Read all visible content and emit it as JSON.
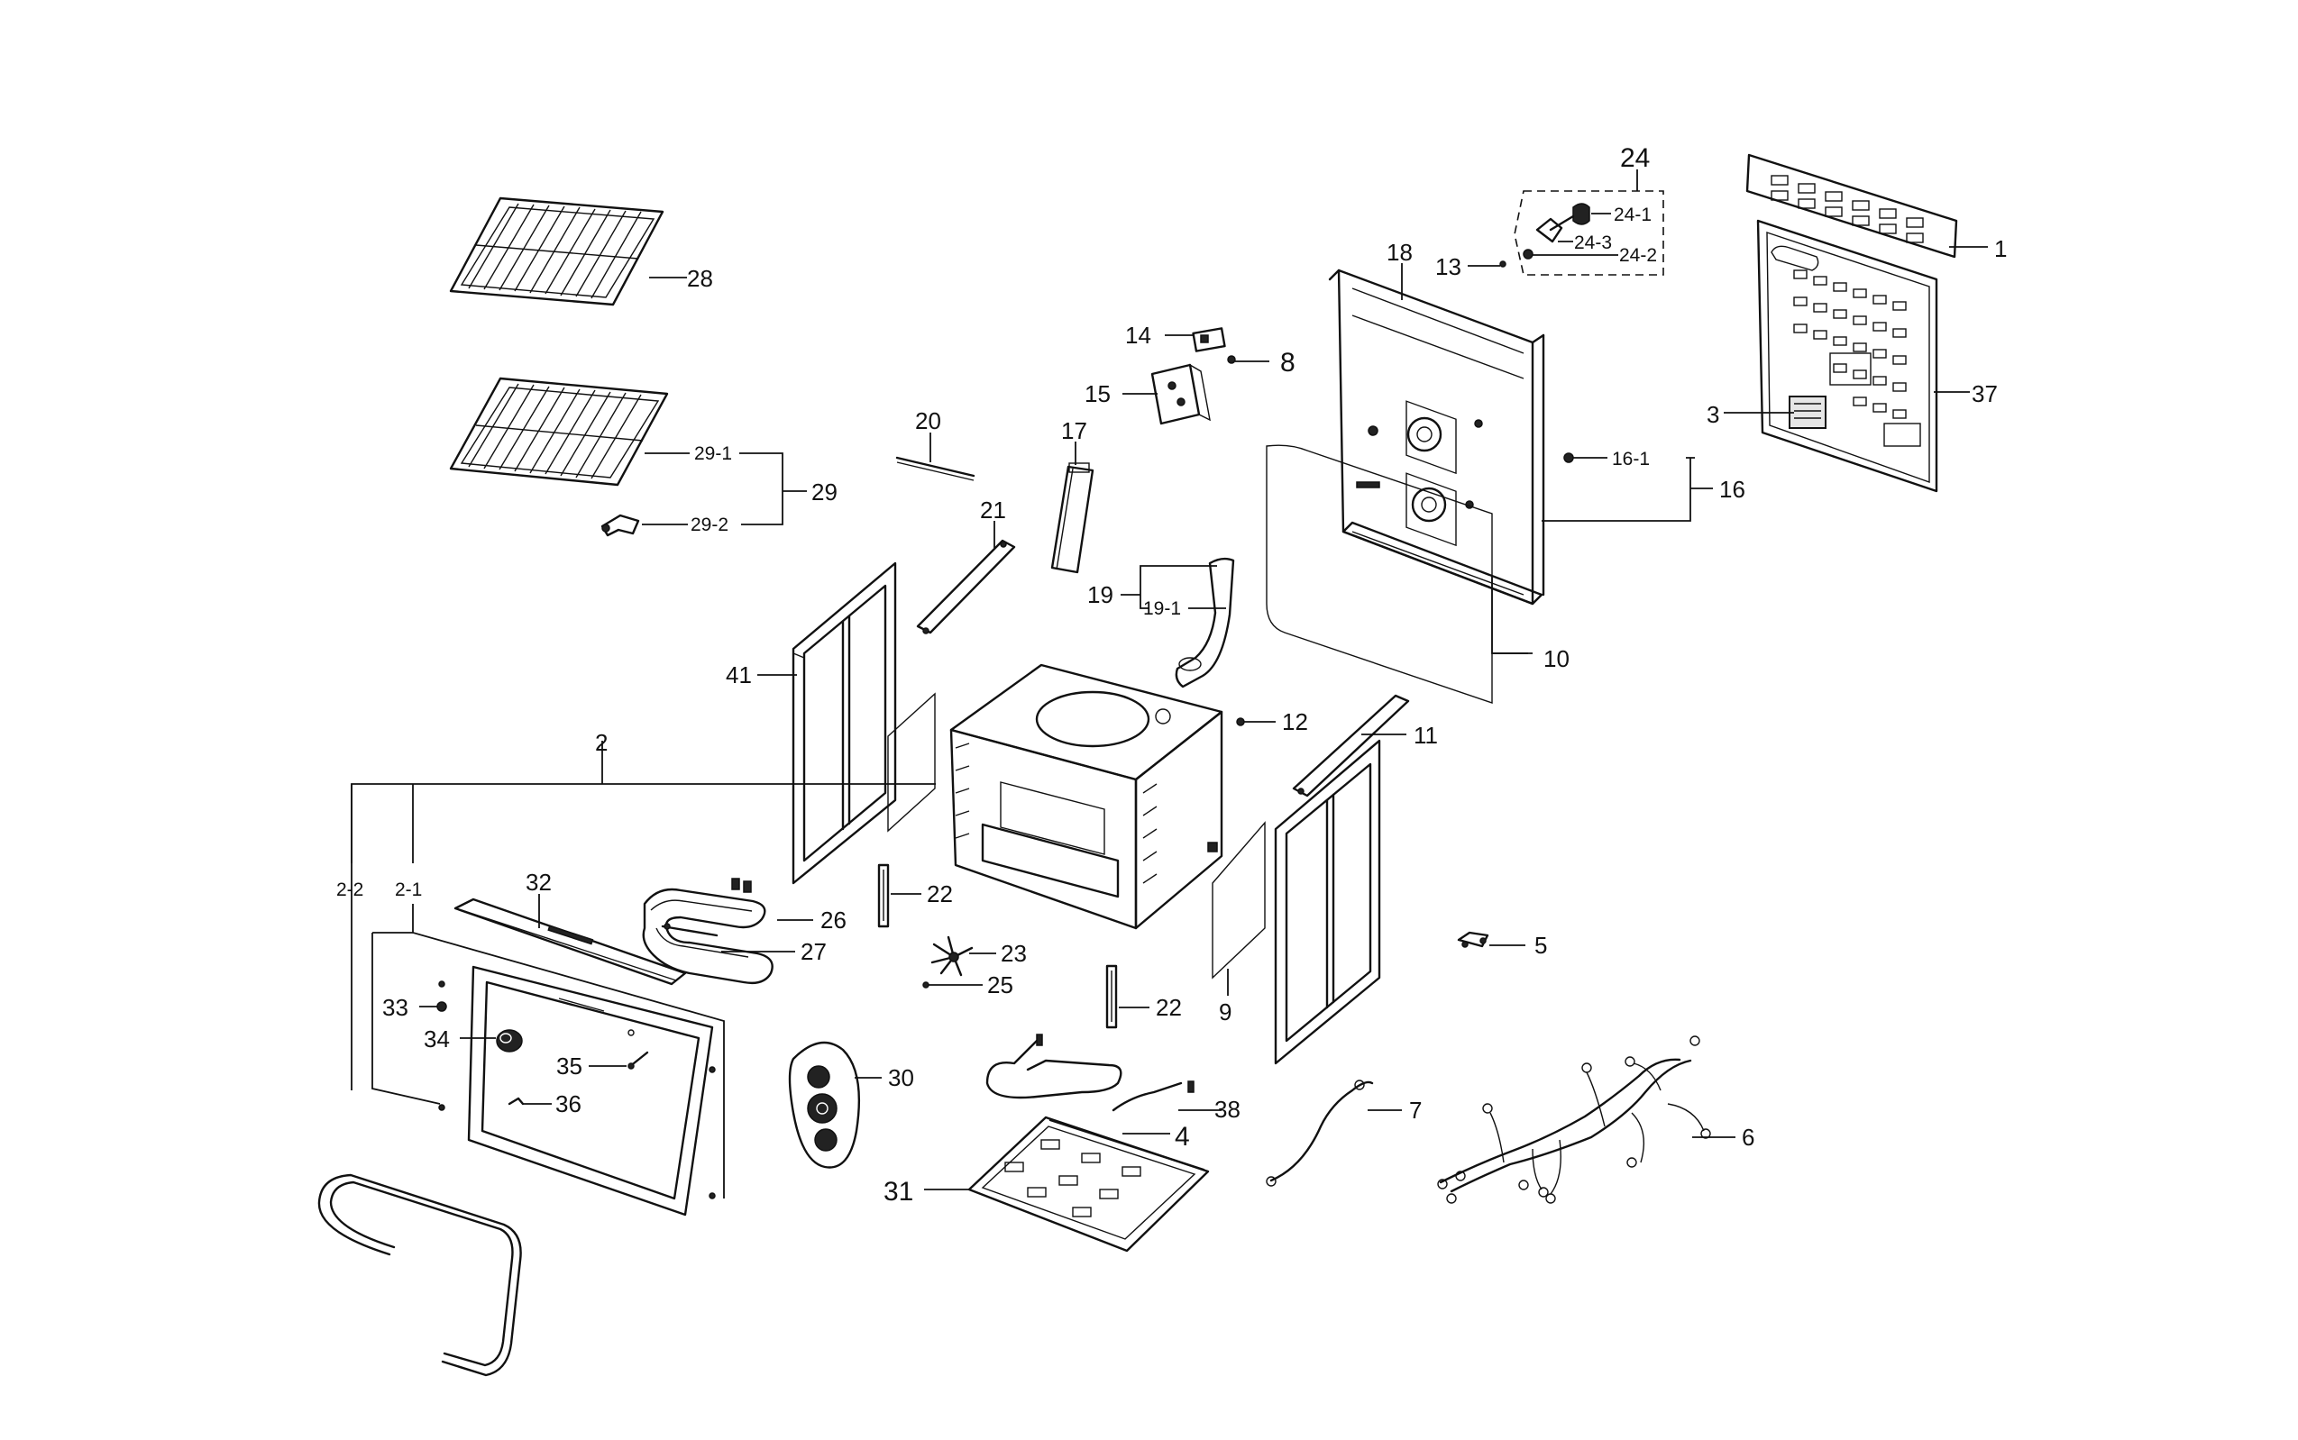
{
  "callouts": {
    "p1": "1",
    "p2": "2",
    "p2_1": "2-1",
    "p2_2": "2-2",
    "p3": "3",
    "p4": "4",
    "p5": "5",
    "p6": "6",
    "p7": "7",
    "p8": "8",
    "p9": "9",
    "p10": "10",
    "p11": "11",
    "p12": "12",
    "p13": "13",
    "p14": "14",
    "p15": "15",
    "p16": "16",
    "p16_1": "16-1",
    "p17": "17",
    "p18": "18",
    "p19": "19",
    "p19_1": "19-1",
    "p20": "20",
    "p21": "21",
    "p22a": "22",
    "p22b": "22",
    "p23": "23",
    "p24": "24",
    "p24_1": "24-1",
    "p24_2": "24-2",
    "p24_3": "24-3",
    "p25": "25",
    "p26": "26",
    "p27": "27",
    "p28": "28",
    "p29": "29",
    "p29_1": "29-1",
    "p29_2": "29-2",
    "p30": "30",
    "p31": "31",
    "p32": "32",
    "p33": "33",
    "p34": "34",
    "p35": "35",
    "p36": "36",
    "p37": "37",
    "p38": "38",
    "p41": "41"
  }
}
